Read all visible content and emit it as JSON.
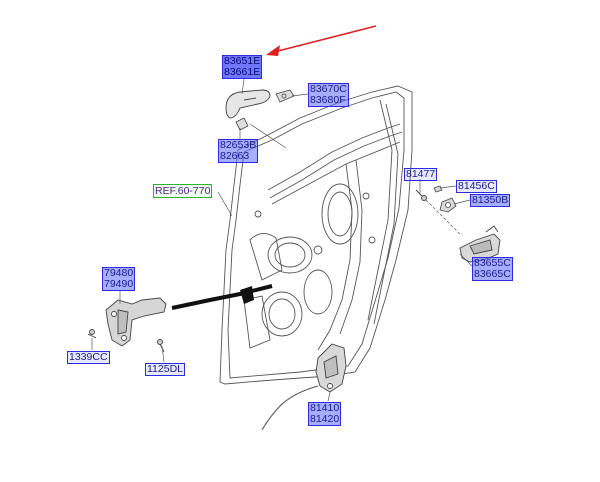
{
  "callouts": {
    "c83651": [
      "83651E",
      "83661E"
    ],
    "c83670": [
      "83670C",
      "83680F"
    ],
    "c82653": [
      "82653B",
      "82663"
    ],
    "c81477": [
      "81477"
    ],
    "c81456": [
      "81456C"
    ],
    "c81350": [
      "81350B"
    ],
    "c83655": [
      "83655C",
      "83665C"
    ],
    "c79480": [
      "79480",
      "79490"
    ],
    "c1339": [
      "1339CC"
    ],
    "c1125": [
      "1125DL"
    ],
    "c81410": [
      "81410",
      "81420"
    ]
  },
  "reference": "REF.60-770",
  "colors": {
    "arrow": "#e02020",
    "callout_border": "#2a2ae0",
    "line": "#555555"
  }
}
